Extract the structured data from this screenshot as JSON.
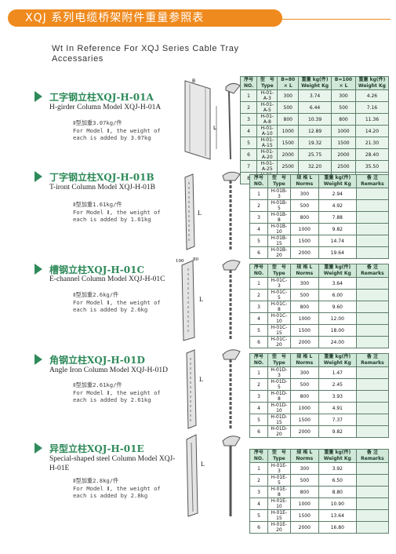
{
  "header": {
    "title": "XQJ 系列电缆桥架附件重量参照表",
    "subtitle_line1": "Wt In Reference For XQJ Series Cable Tray",
    "subtitle_line2": "Accessaries"
  },
  "sectionA": {
    "title": "工字钢立柱XQJ-H-01A",
    "name": "H-girder Column Model XQJ-H-01A",
    "note": "Ⅱ型加重3.07kg/件\nFor Model Ⅱ, the weight of\neach is added by 3.07kg",
    "headers": [
      "序号 NO.",
      "型　号 Type",
      "B=80 × L",
      "重量 kg(件) Weight Kg",
      "B=100 × L",
      "重量 kg(件) Weight Kg"
    ],
    "rows": [
      [
        "1",
        "H-01-A-3",
        "300",
        "3.74",
        "300",
        "4.26"
      ],
      [
        "2",
        "H-01-A-5",
        "500",
        "6.44",
        "500",
        "7.16"
      ],
      [
        "3",
        "H-01-A-8",
        "800",
        "10.39",
        "800",
        "11.36"
      ],
      [
        "4",
        "H-01-A-10",
        "1000",
        "12.89",
        "1000",
        "14.20"
      ],
      [
        "5",
        "H-01-A-15",
        "1500",
        "19.32",
        "1500",
        "21.30"
      ],
      [
        "6",
        "H-01-A-20",
        "2000",
        "25.75",
        "2000",
        "28.40"
      ],
      [
        "7",
        "H-01-A-25",
        "2500",
        "32.20",
        "2500",
        "35.50"
      ],
      [
        "8",
        "H-01-A-30",
        "3000",
        "38.64",
        "3000",
        "42.60"
      ]
    ],
    "draw_labels": [
      "B",
      "L"
    ]
  },
  "sectionB": {
    "title": "丁字钢立柱XQJ-H-01B",
    "name": "T-iront Column Model XQJ-H-01B",
    "note": "Ⅱ型加重1.61kg/件\nFor Model Ⅱ, the weight of\neach is added by 1.61kg",
    "headers": [
      "序号 NO.",
      "型　号 Type",
      "规 格 L Norms",
      "重量 kg(件) Weight Kg",
      "备 注 Remarks"
    ],
    "rows": [
      [
        "1",
        "H-01B-3",
        "300",
        "2.94",
        ""
      ],
      [
        "2",
        "H-01B-5",
        "500",
        "4.92",
        ""
      ],
      [
        "3",
        "H-01B-8",
        "800",
        "7.88",
        ""
      ],
      [
        "4",
        "H-01B-10",
        "1000",
        "9.82",
        ""
      ],
      [
        "5",
        "H-01B-15",
        "1500",
        "14.74",
        ""
      ],
      [
        "6",
        "H-01B-20",
        "2000",
        "19.64",
        ""
      ]
    ],
    "draw_labels": [
      "L"
    ]
  },
  "sectionC": {
    "title": "槽钢立柱XQJ-H-01C",
    "name": "E-channel Column Model XQJ-H-01C",
    "note": "Ⅱ型加重2.6kg/件\nFor Model Ⅱ, the weight of\neach is added by 2.6kg",
    "headers": [
      "序号 NO.",
      "型　号 Type",
      "规 格 L Norms",
      "重量 kg(件) Weight Kg",
      "备 注 Remarks"
    ],
    "rows": [
      [
        "1",
        "H-01C-3",
        "300",
        "3.64",
        ""
      ],
      [
        "2",
        "H-01C-5",
        "500",
        "6.00",
        ""
      ],
      [
        "3",
        "H-01C-8",
        "800",
        "9.60",
        ""
      ],
      [
        "4",
        "H-01C-10",
        "1000",
        "12.00",
        ""
      ],
      [
        "5",
        "H-01C-15",
        "1500",
        "18.00",
        ""
      ],
      [
        "6",
        "H-01C-20",
        "2000",
        "24.00",
        ""
      ]
    ],
    "draw_labels": [
      "L",
      "100",
      "80"
    ]
  },
  "sectionD": {
    "title": "角钢立柱XQJ-H-01D",
    "name": "Angle Iron Column Model XQJ-H-01D",
    "note": "Ⅱ型加重2.61kg/件\nFor Model Ⅱ, the weight of\neach is added by 2.61kg",
    "headers": [
      "序号 NO.",
      "型　号 Type",
      "规 格 L Norms",
      "重量 kg(件) Weight Kg",
      "备 注 Remarks"
    ],
    "rows": [
      [
        "1",
        "H-01D-3",
        "300",
        "1.47",
        ""
      ],
      [
        "2",
        "H-01D-5",
        "500",
        "2.45",
        ""
      ],
      [
        "3",
        "H-01D-8",
        "800",
        "3.93",
        ""
      ],
      [
        "4",
        "H-01D-10",
        "1000",
        "4.91",
        ""
      ],
      [
        "5",
        "H-01D-15",
        "1500",
        "7.37",
        ""
      ],
      [
        "6",
        "H-01D-20",
        "2000",
        "9.82",
        ""
      ]
    ],
    "draw_labels": [
      "L"
    ]
  },
  "sectionE": {
    "title": "异型立柱XQJ-H-01E",
    "name": "Special-shaped steel Column Model XQJ-H-01E",
    "note": "Ⅱ型加重2.8kg/件\nFor Model Ⅱ, the weight of\neach is added by 2.8kg",
    "headers": [
      "序号 NO.",
      "型　号 Type",
      "规 格 L Norms",
      "重量 kg(件) Weight Kg",
      "备 注 Remarks"
    ],
    "rows": [
      [
        "1",
        "H-01E-3",
        "300",
        "3.92",
        ""
      ],
      [
        "2",
        "H-01E-5",
        "500",
        "6.50",
        ""
      ],
      [
        "3",
        "H-01E-8",
        "800",
        "8.80",
        ""
      ],
      [
        "4",
        "H-01E-10",
        "1000",
        "10.90",
        ""
      ],
      [
        "5",
        "H-01E-15",
        "1500",
        "13.64",
        ""
      ],
      [
        "6",
        "H-01E-20",
        "2000",
        "16.80",
        ""
      ]
    ],
    "draw_labels": [
      "L"
    ]
  },
  "colors": {
    "accent": "#ef8a1e",
    "green": "#2f8a5a",
    "table_fill": "#cfe8d7"
  }
}
